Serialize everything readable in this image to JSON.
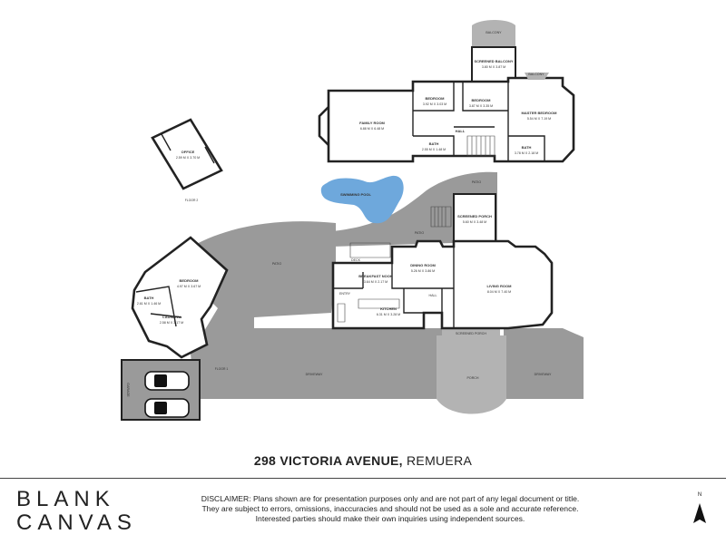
{
  "rooms": {
    "balcony_top": {
      "name": "BALCONY"
    },
    "screened_balcony": {
      "name": "SCREENED BALCONY",
      "dim": "3.80 M X 3.87 M"
    },
    "balcony_right": {
      "name": "BALCONY"
    },
    "family_room": {
      "name": "FAMILY ROOM",
      "dim": "6.88 M X 6.48 M"
    },
    "bedroom_2": {
      "name": "BEDROOM",
      "dim": "3.92 M X 3.03 M"
    },
    "bedroom_3": {
      "name": "BEDROOM",
      "dim": "3.87 M X 3.35 M"
    },
    "master_bedroom": {
      "name": "MASTER BEDROOM",
      "dim": "5.54 M X 7.19 M"
    },
    "hall_upper": {
      "name": "HALL"
    },
    "bath_upper": {
      "name": "BATH",
      "dim": "2.55 M X 1.48 M"
    },
    "bath_master": {
      "name": "BATH",
      "dim": "3.78 M X 2.18 M"
    },
    "office": {
      "name": "OFFICE",
      "dim": "2.59 M X 3.70 M"
    },
    "swimming_pool": {
      "name": "SWIMMING POOL"
    },
    "patio_upper": {
      "name": "PATIO"
    },
    "screened_porch": {
      "name": "SCREENED PORCH",
      "dim": "5.60 M X 3.48 M"
    },
    "patio_mid": {
      "name": "PATIO"
    },
    "patio_left": {
      "name": "PATIO"
    },
    "deck": {
      "name": "DECK"
    },
    "dining_room": {
      "name": "DINING ROOM",
      "dim": "5.26 M X 3.86 M"
    },
    "breakfast_nook": {
      "name": "BREAKFAST NOOK",
      "dim": "3.64 M X 2.17 M"
    },
    "living_room": {
      "name": "LIVING ROOM",
      "dim": "8.04 M X 7.40 M"
    },
    "entry": {
      "name": "ENTRY"
    },
    "hall_lower": {
      "name": "HALL"
    },
    "kitchen": {
      "name": "KITCHEN",
      "dim": "6.31 M X 3.28 M"
    },
    "bedroom_lower": {
      "name": "BEDROOM",
      "dim": "4.97 M X 3.67 M"
    },
    "bath_lower": {
      "name": "BATH",
      "dim": "2.61 M X 1.46 M"
    },
    "laundry": {
      "name": "LAUNDRY",
      "dim": "2.58 M X 3.17 M"
    },
    "screened_porch_lower": {
      "name": "SCREENED PORCH"
    },
    "porch": {
      "name": "PORCH"
    },
    "driveway_left": {
      "name": "DRIVEWAY"
    },
    "driveway_right": {
      "name": "DRIVEWAY"
    },
    "garage": {
      "name": "GARAGE"
    }
  },
  "floors": {
    "floor_1": "FLOOR 1",
    "floor_2": "FLOOR 2"
  },
  "address": {
    "street": "298 VICTORIA AVENUE,",
    "suburb": "REMUERA"
  },
  "logo": {
    "line1": "BLANK",
    "line2": "CANVAS"
  },
  "disclaimer": {
    "line1": "DISCLAIMER: Plans shown are for presentation purposes only and are not part of any legal document or title.",
    "line2": "They are subject to errors, omissions, inaccuracies and should not be used as a sole and accurate reference.",
    "line3": "Interested parties should make their own inquiries using independent sources."
  },
  "north": {
    "label": "N"
  },
  "colors": {
    "exterior": "#9a9a9a",
    "pool": "#6ea8dc",
    "walls": "#222222"
  }
}
